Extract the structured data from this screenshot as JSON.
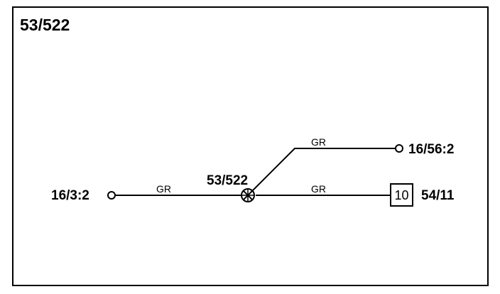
{
  "diagram": {
    "title": "53/522",
    "splice": {
      "label": "53/522"
    },
    "connectors": {
      "left": "16/3:2",
      "upper_right": "16/56:2",
      "lower_right": "54/11"
    },
    "component_box": {
      "number": "10"
    },
    "wires": {
      "left_color": "GR",
      "upper_color": "GR",
      "lower_color": "GR"
    }
  }
}
